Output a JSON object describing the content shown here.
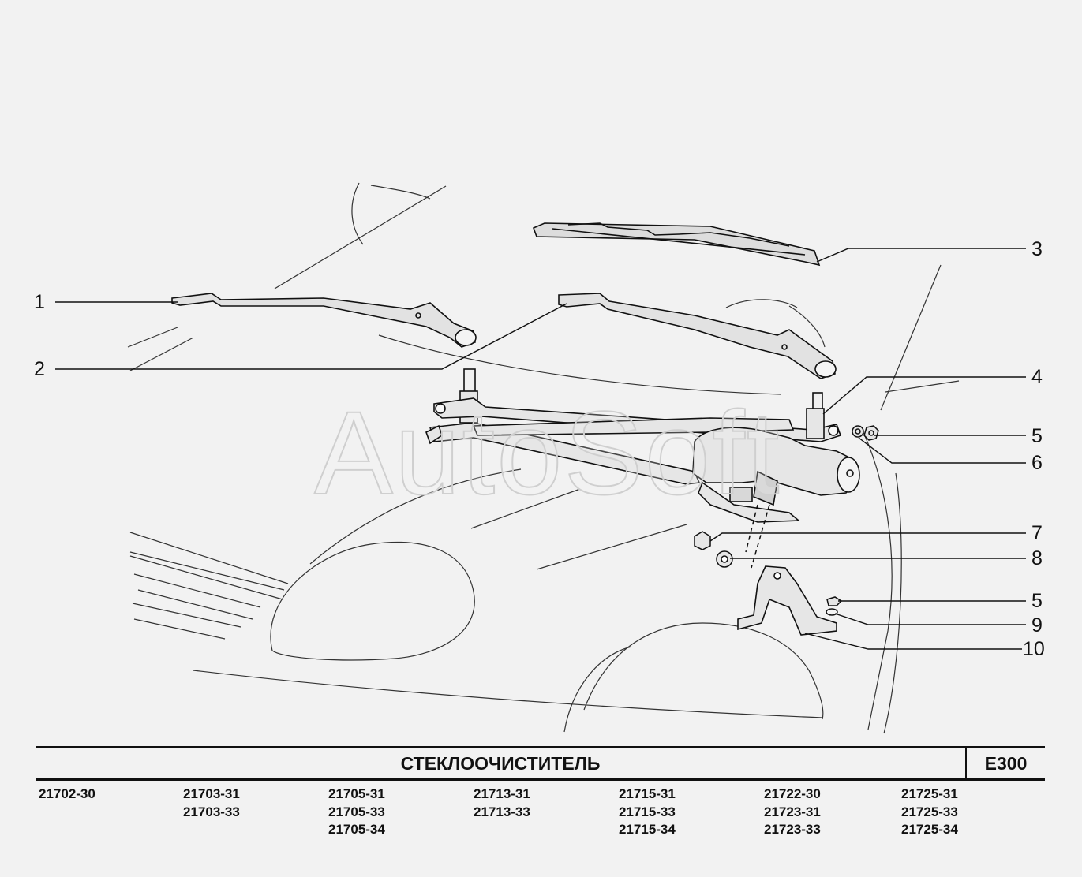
{
  "callouts": [
    "1",
    "2",
    "3",
    "4",
    "5",
    "6",
    "7",
    "8",
    "5",
    "9",
    "10"
  ],
  "watermark": "AutoSoft",
  "title": "СТЕКЛООЧИСТИТЕЛЬ",
  "code": "E300",
  "models": [
    [
      "21702-30"
    ],
    [
      "21703-31",
      "21703-33"
    ],
    [
      "21705-31",
      "21705-33",
      "21705-34"
    ],
    [
      "21713-31",
      "21713-33"
    ],
    [
      "21715-31",
      "21715-33",
      "21715-34"
    ],
    [
      "21722-30",
      "21723-31",
      "21723-33"
    ],
    [
      "21725-31",
      "21725-33",
      "21725-34"
    ]
  ]
}
